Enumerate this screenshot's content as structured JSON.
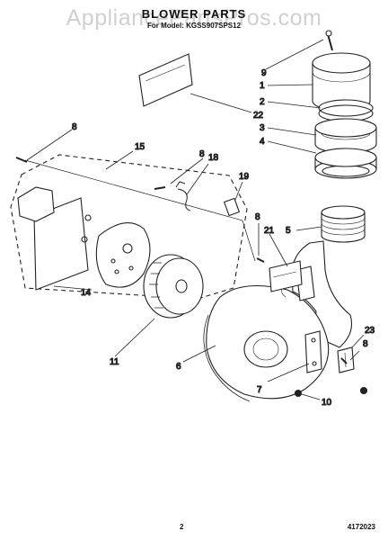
{
  "watermark": "AppliancePartsPros.com",
  "header": {
    "title": "BLOWER PARTS",
    "subtitle": "For Model: KGSS907SPS12"
  },
  "callouts": {
    "n1": "1",
    "n2": "2",
    "n3": "3",
    "n4": "4",
    "n5": "5",
    "n6": "6",
    "n7": "7",
    "n8a": "8",
    "n8b": "8",
    "n8c": "8",
    "n8d": "8",
    "n9": "9",
    "n10": "10",
    "n11": "11",
    "n14": "14",
    "n15": "15",
    "n18": "18",
    "n19": "19",
    "n21": "21",
    "n22": "22",
    "n23": "23"
  },
  "footer": {
    "page": "2",
    "doc_number": "4172023"
  }
}
